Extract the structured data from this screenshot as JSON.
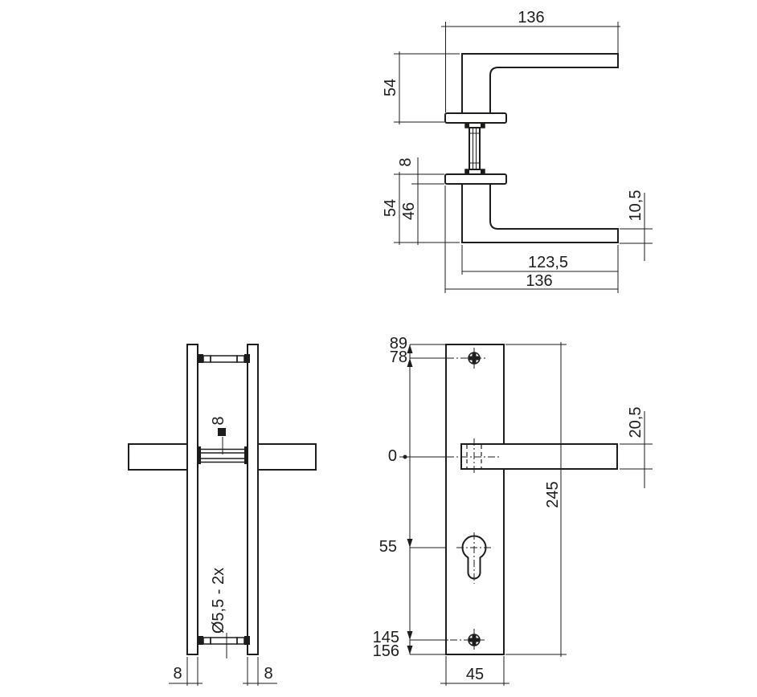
{
  "drawing": {
    "type": "technical-drawing",
    "subject": "door-handle-with-backplate",
    "background_color": "#ffffff",
    "line_color": "#1d1d1b"
  },
  "handle_side_view": {
    "dim_overall_length_top": "136",
    "dim_height_top": "54",
    "dim_rosette_thickness": "8",
    "dim_height_bottom": "54",
    "dim_neck_height": "46",
    "dim_grip_thickness": "10,5",
    "dim_grip_length": "123,5",
    "dim_overall_length_bottom": "136"
  },
  "plate_side_view": {
    "dim_spindle_square": "8",
    "dim_screw_holes": "Ø5,5 - 2x",
    "dim_plate_thickness_left": "8",
    "dim_plate_thickness_right": "8"
  },
  "plate_front_view": {
    "dim_plate_top": "89",
    "dim_screw_top": "78",
    "dim_handle_axis": "0",
    "dim_cylinder": "55",
    "dim_screw_bottom": "145",
    "dim_plate_bottom": "156",
    "dim_plate_height": "245",
    "dim_handle_thickness": "20,5",
    "dim_plate_width": "45"
  }
}
